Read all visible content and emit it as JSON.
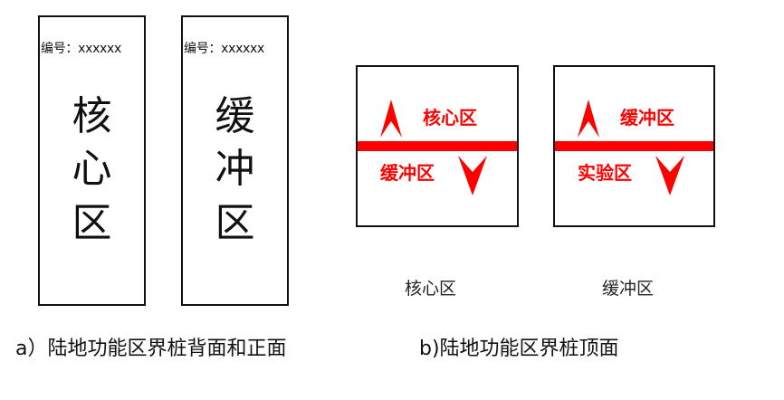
{
  "posts": [
    {
      "code_label": "编号：xxxxxx",
      "chars": [
        "核",
        "心",
        "区"
      ]
    },
    {
      "code_label": "编号：xxxxxx",
      "chars": [
        "缓",
        "冲",
        "区"
      ]
    }
  ],
  "top_faces": [
    {
      "up_zone": "核心区",
      "down_zone": "缓冲区",
      "caption": "核心区"
    },
    {
      "up_zone": "缓冲区",
      "down_zone": "实验区",
      "caption": "缓冲区"
    }
  ],
  "captions": {
    "a": "a）陆地功能区界桩背面和正面",
    "b": "b)陆地功能区界桩顶面"
  },
  "colors": {
    "boundary_red": "#ff0000",
    "outline": "#111111"
  },
  "icons": {
    "up": "arrow-up-icon",
    "down": "arrow-down-icon"
  }
}
